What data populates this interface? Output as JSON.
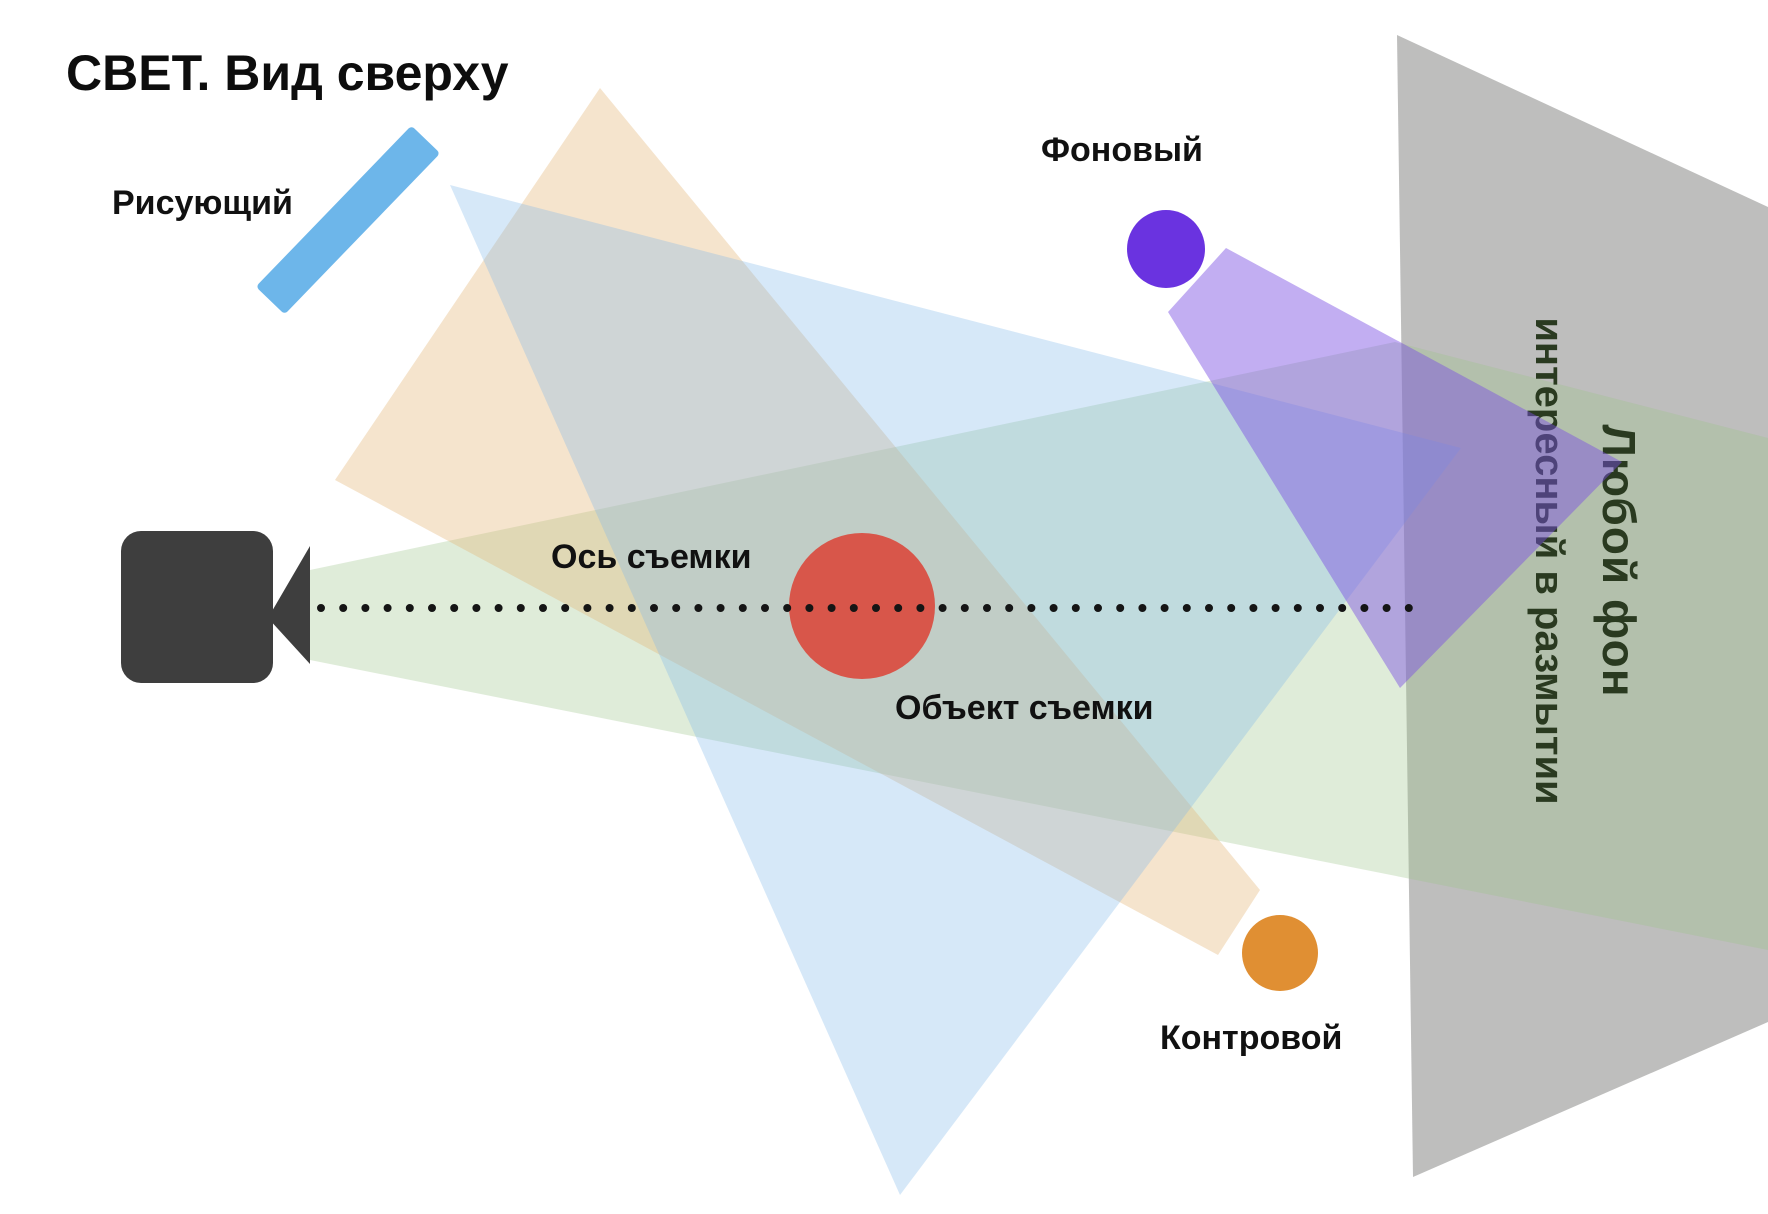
{
  "title": "СВЕТ. Вид сверху",
  "labels": {
    "key_light": "Рисующий",
    "background_light": "Фоновый",
    "rim_light": "Контровой",
    "shooting_axis": "Ось съемки",
    "subject": "Объект съемки"
  },
  "background_text": {
    "line1": "Любой фон",
    "line2": "интересный в размытии"
  },
  "colors": {
    "key_light_bar": "#6DB6EA",
    "key_light_beam": "rgba(126,183,234,0.32)",
    "camera_body": "#3E3E3E",
    "camera_fov_beam": "rgba(154,197,137,0.32)",
    "rim_light_beam": "rgba(226,181,116,0.36)",
    "background_light_beam": "rgba(122,78,226,0.46)",
    "background_wall": "rgba(125,126,123,0.50)",
    "subject_circle": "#D8564A",
    "background_light_circle": "#6A33E0",
    "rim_light_circle": "#E08F33",
    "axis_dots": "#151515",
    "label_text": "#111111",
    "background_text_color": "#2A3A20"
  }
}
